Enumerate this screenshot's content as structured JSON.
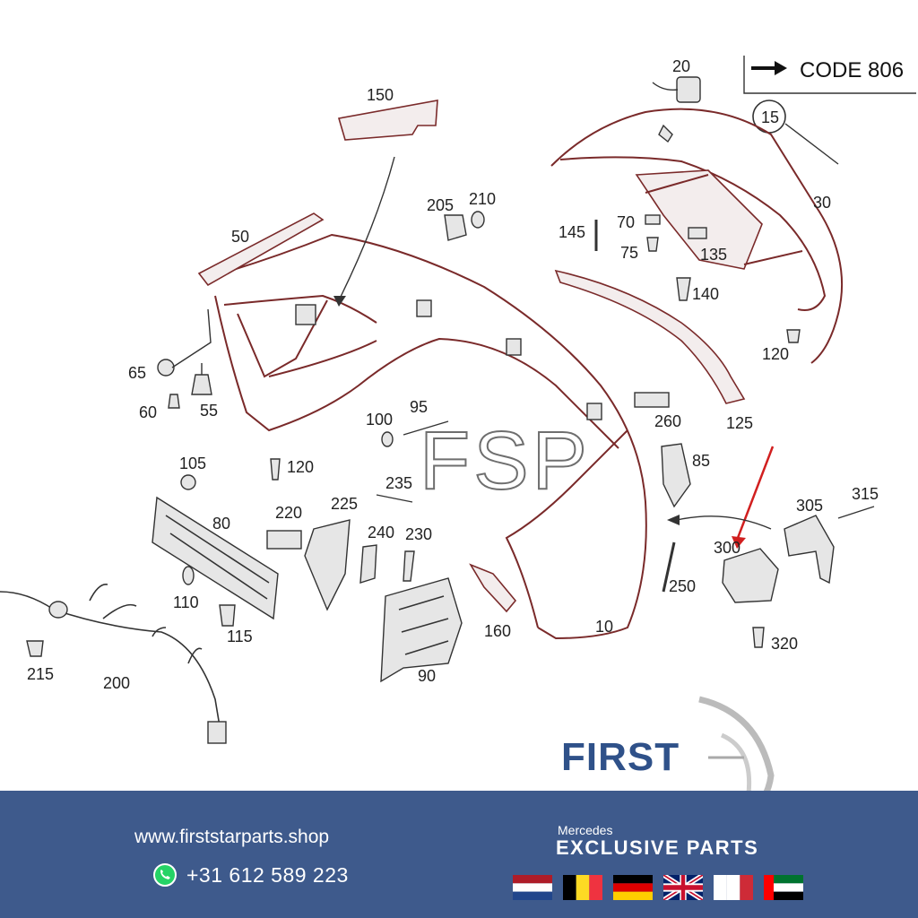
{
  "diagram": {
    "code_label": "CODE 806",
    "watermark": "FSP",
    "part_numbers": {
      "p10": "10",
      "p15": "15",
      "p20": "20",
      "p30": "30",
      "p50": "50",
      "p55": "55",
      "p60": "60",
      "p65": "65",
      "p70": "70",
      "p75": "75",
      "p80": "80",
      "p85": "85",
      "p90": "90",
      "p95": "95",
      "p100": "100",
      "p105": "105",
      "p110": "110",
      "p115": "115",
      "p120a": "120",
      "p120b": "120",
      "p125": "125",
      "p135": "135",
      "p140": "140",
      "p145": "145",
      "p150": "150",
      "p160": "160",
      "p200": "200",
      "p205": "205",
      "p210": "210",
      "p215": "215",
      "p220": "220",
      "p225": "225",
      "p230": "230",
      "p235": "235",
      "p240": "240",
      "p250": "250",
      "p260": "260",
      "p300": "300",
      "p305": "305",
      "p315": "315",
      "p320": "320"
    }
  },
  "footer": {
    "website": "www.firststarparts.shop",
    "phone": "+31 612 589 223",
    "phone_icon": "whatsapp-icon",
    "brand_name": "FIRST",
    "brand_subtitle": "Mercedes",
    "brand_tagline": "EXCLUSIVE  PARTS",
    "flags": [
      "netherlands-flag",
      "belgium-flag",
      "germany-flag",
      "uk-flag",
      "italy-flag",
      "uae-flag"
    ],
    "background_color": "#3e5a8c"
  }
}
